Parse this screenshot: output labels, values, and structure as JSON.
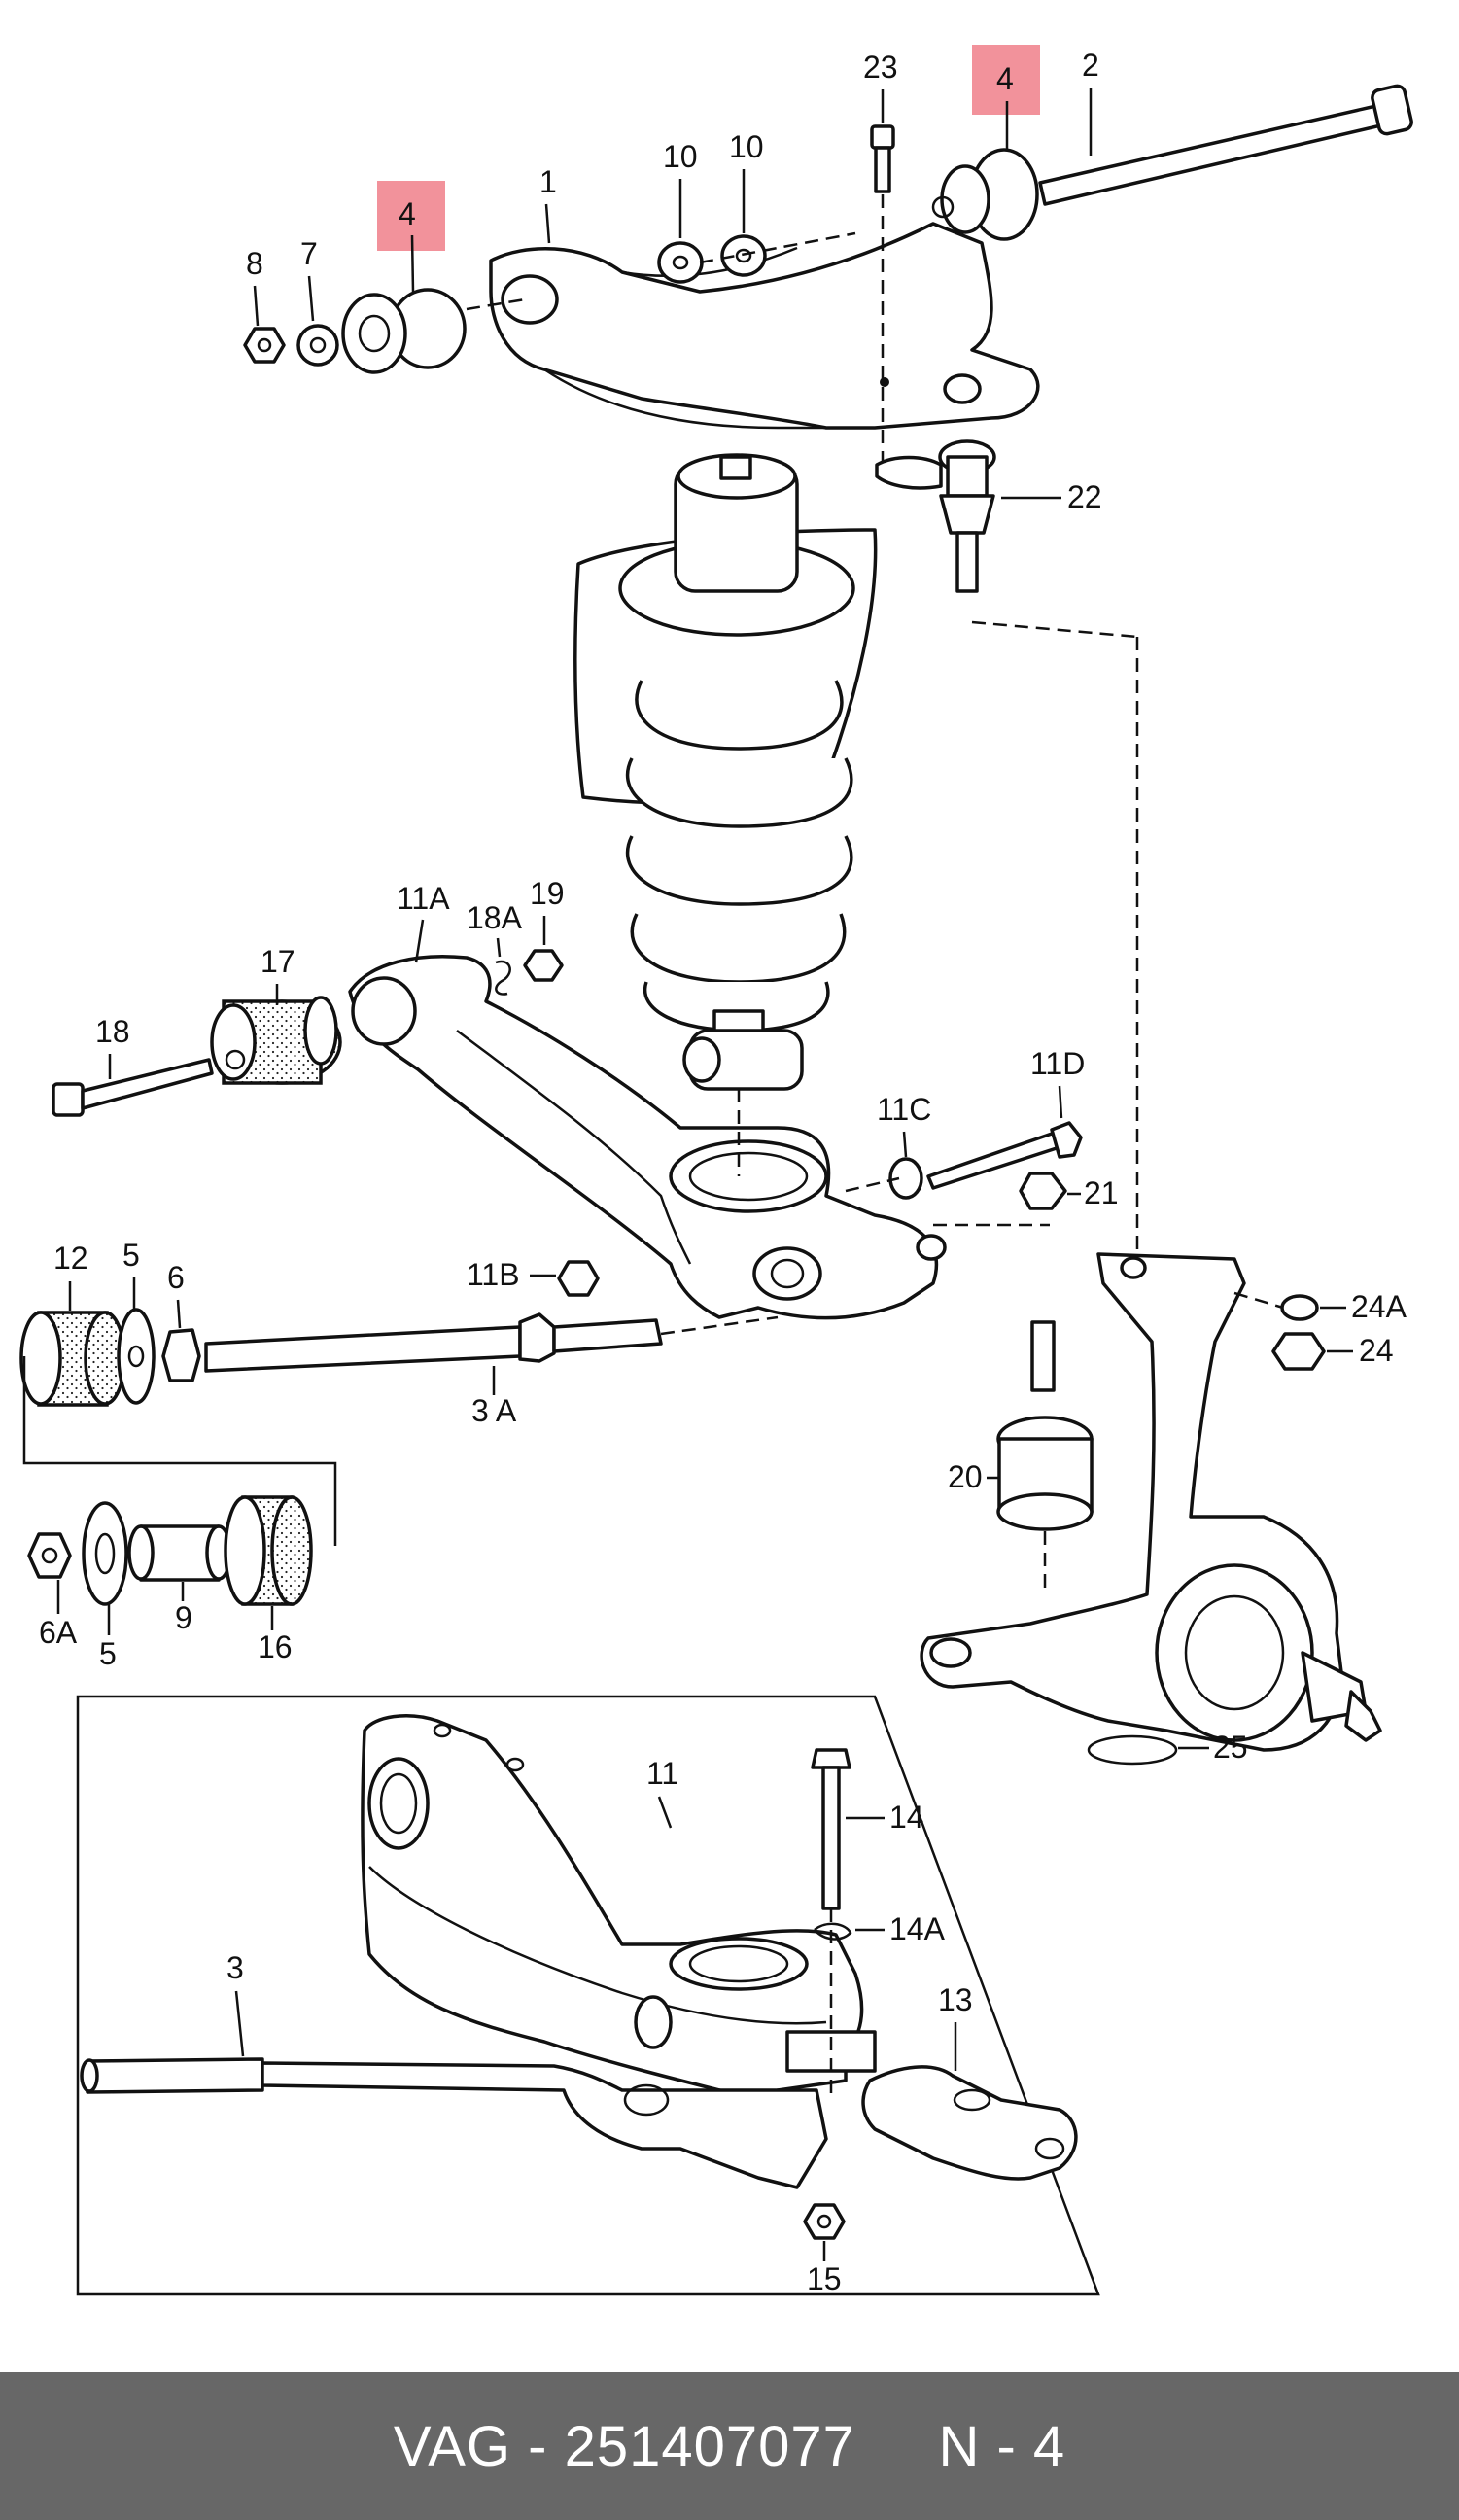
{
  "diagram": {
    "highlight_color": "#f07f89",
    "callouts": {
      "c1": "1",
      "c2": "2",
      "c3": "3",
      "c3a": "3 A",
      "c4a": "4",
      "c4b": "4",
      "c5a": "5",
      "c5b": "5",
      "c6": "6",
      "c6a": "6A",
      "c7": "7",
      "c8": "8",
      "c9": "9",
      "c10a": "10",
      "c10b": "10",
      "c11": "11",
      "c11a": "11A",
      "c11b": "11B",
      "c11c": "11C",
      "c11d": "11D",
      "c12": "12",
      "c13": "13",
      "c14": "14",
      "c14a": "14A",
      "c15": "15",
      "c16": "16",
      "c17": "17",
      "c18": "18",
      "c18a": "18A",
      "c19": "19",
      "c20": "20",
      "c21": "21",
      "c22": "22",
      "c23": "23",
      "c24": "24",
      "c24a": "24A",
      "c25": "25"
    }
  },
  "footer": {
    "background": "#676767",
    "text": "VAG - 251407077     N - 4"
  }
}
